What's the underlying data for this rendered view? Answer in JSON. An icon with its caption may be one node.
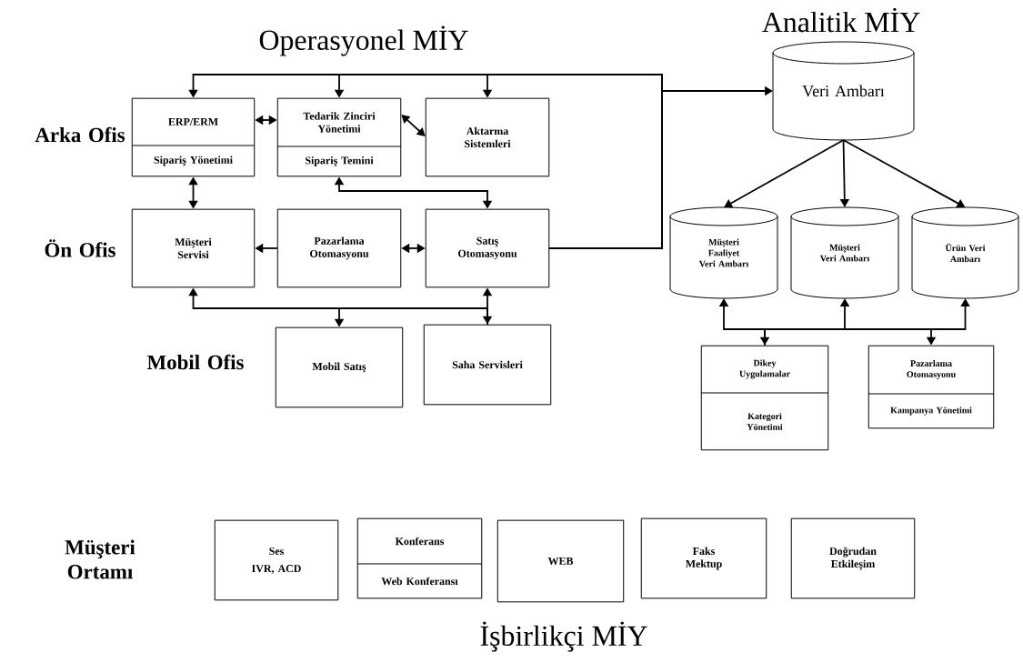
{
  "diagram": {
    "nodes": [
      {
        "text": [
          "ERP/ERM",
          "Sipariş Yönetimi"
        ]
      },
      {
        "text": [
          "Tedarik Zinciri Yönetimi",
          "Sipariş Temini"
        ]
      },
      {
        "text": [
          "Aktarma Sistemleri"
        ]
      },
      {
        "text": [
          "Müşteri Servisi"
        ]
      },
      {
        "text": [
          "Pazarlama Otomasyonu"
        ]
      },
      {
        "text": [
          "Satış Otomasyonu"
        ]
      },
      {
        "text": [
          "Mobil Satış"
        ]
      },
      {
        "text": [
          "Saha Servisleri"
        ]
      },
      {
        "text": [
          "Veri Ambarı"
        ]
      },
      {
        "text": [
          "Müşteri Faaliyet Veri Ambarı"
        ]
      },
      {
        "text": [
          "Müşteri Veri Ambarı"
        ]
      },
      {
        "text": [
          "Ürün Veri Ambarı"
        ]
      },
      {
        "text": [
          "Dikey Uygulamalar",
          "Kategori Yönetimi"
        ]
      },
      {
        "text": [
          "Pazarlama Otomasyonu",
          "Kampanya Yönetimi"
        ]
      },
      {
        "text": [
          "Ses",
          "IVR, ACD"
        ]
      },
      {
        "text": [
          "Konferans",
          "Web Konferansı"
        ]
      },
      {
        "text": [
          "WEB"
        ]
      },
      {
        "text": [
          "Faks Mektup"
        ]
      },
      {
        "text": [
          "Doğrudan Etkileşim"
        ]
      }
    ],
    "edges": [
      {
        "from": 5,
        "to": 0,
        "arrow": "to"
      },
      {
        "from": 5,
        "to": 1,
        "arrow": "to"
      },
      {
        "from": 5,
        "to": 2,
        "arrow": "to"
      },
      {
        "from": 5,
        "to": 8,
        "arrow": "to"
      },
      {
        "from": 0,
        "to": 1,
        "arrow": "both"
      },
      {
        "from": 1,
        "to": 2,
        "arrow": "both"
      },
      {
        "from": 0,
        "to": 3,
        "arrow": "both"
      },
      {
        "from": 1,
        "to": 5,
        "arrow": "both"
      },
      {
        "from": 4,
        "to": 3,
        "arrow": "to"
      },
      {
        "from": 4,
        "to": 5,
        "arrow": "both"
      },
      {
        "from": 7,
        "to": 3,
        "arrow": "to"
      },
      {
        "from": 7,
        "to": 6,
        "arrow": "to"
      },
      {
        "from": 5,
        "to": 7,
        "arrow": "both"
      },
      {
        "from": 8,
        "to": 9,
        "arrow": "to"
      },
      {
        "from": 8,
        "to": 10,
        "arrow": "to"
      },
      {
        "from": 8,
        "to": 11,
        "arrow": "to"
      },
      {
        "from": 12,
        "to": 11,
        "arrow": "both"
      },
      {
        "from": 13,
        "to": 9,
        "arrow": "both"
      },
      {
        "from": 12,
        "to": 10,
        "arrow": "to"
      }
    ],
    "labels": [
      "Operasyonel MİY",
      "Analitik MİY",
      "Arka Ofis",
      "Ön Ofis",
      "Mobil Ofis",
      "Müşteri Ortamı",
      "İşbirlikçi MİY"
    ]
  }
}
